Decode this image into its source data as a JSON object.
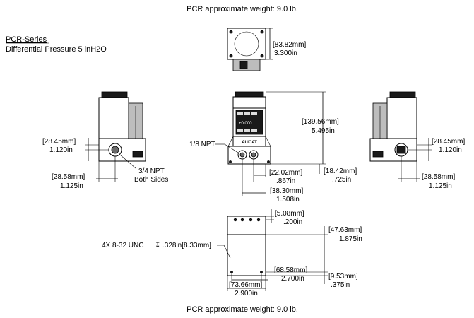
{
  "weight_top": "PCR approximate weight: 9.0 lb.",
  "weight_bottom": "PCR approximate weight: 9.0 lb.",
  "series": {
    "name": "PCR-Series",
    "description": "Differential Pressure 5 inH2O"
  },
  "top_view": {
    "width_mm": "[83.82mm]",
    "width_in": "3.300in"
  },
  "left_view": {
    "height_mm": "[28.45mm]",
    "height_in": "1.120in",
    "offset_mm": "[28.58mm]",
    "offset_in": "1.125in",
    "port_note_1": "3/4 NPT",
    "port_note_2": "Both Sides"
  },
  "front_view": {
    "port_label": "1/8 NPT",
    "display_value": "+0.000",
    "logo_text": "ALICAT",
    "height_mm": "[139.56mm]",
    "height_in": "5.495in",
    "d1_mm": "[22.02mm]",
    "d1_in": ".867in",
    "d2_mm": "[18.42mm]",
    "d2_in": ".725in",
    "d3_mm": "[38.30mm]",
    "d3_in": "1.508in"
  },
  "right_view": {
    "height_mm": "[28.45mm]",
    "height_in": "1.120in",
    "offset_mm": "[28.58mm]",
    "offset_in": "1.125in"
  },
  "bottom_view": {
    "thread_note": "4X 8-32 UNC",
    "thread_depth": ".328in[8.33mm]",
    "depth_symbol": "↧",
    "edge_mm": "[5.08mm]",
    "edge_in": ".200in",
    "height_mm": "[47.63mm]",
    "height_in": "1.875in",
    "hole_span_mm": "[68.58mm]",
    "hole_span_in": "2.700in",
    "hole_offset_mm": "[9.53mm]",
    "hole_offset_in": ".375in",
    "width_mm": "[73.66mm]",
    "width_in": "2.900in"
  }
}
